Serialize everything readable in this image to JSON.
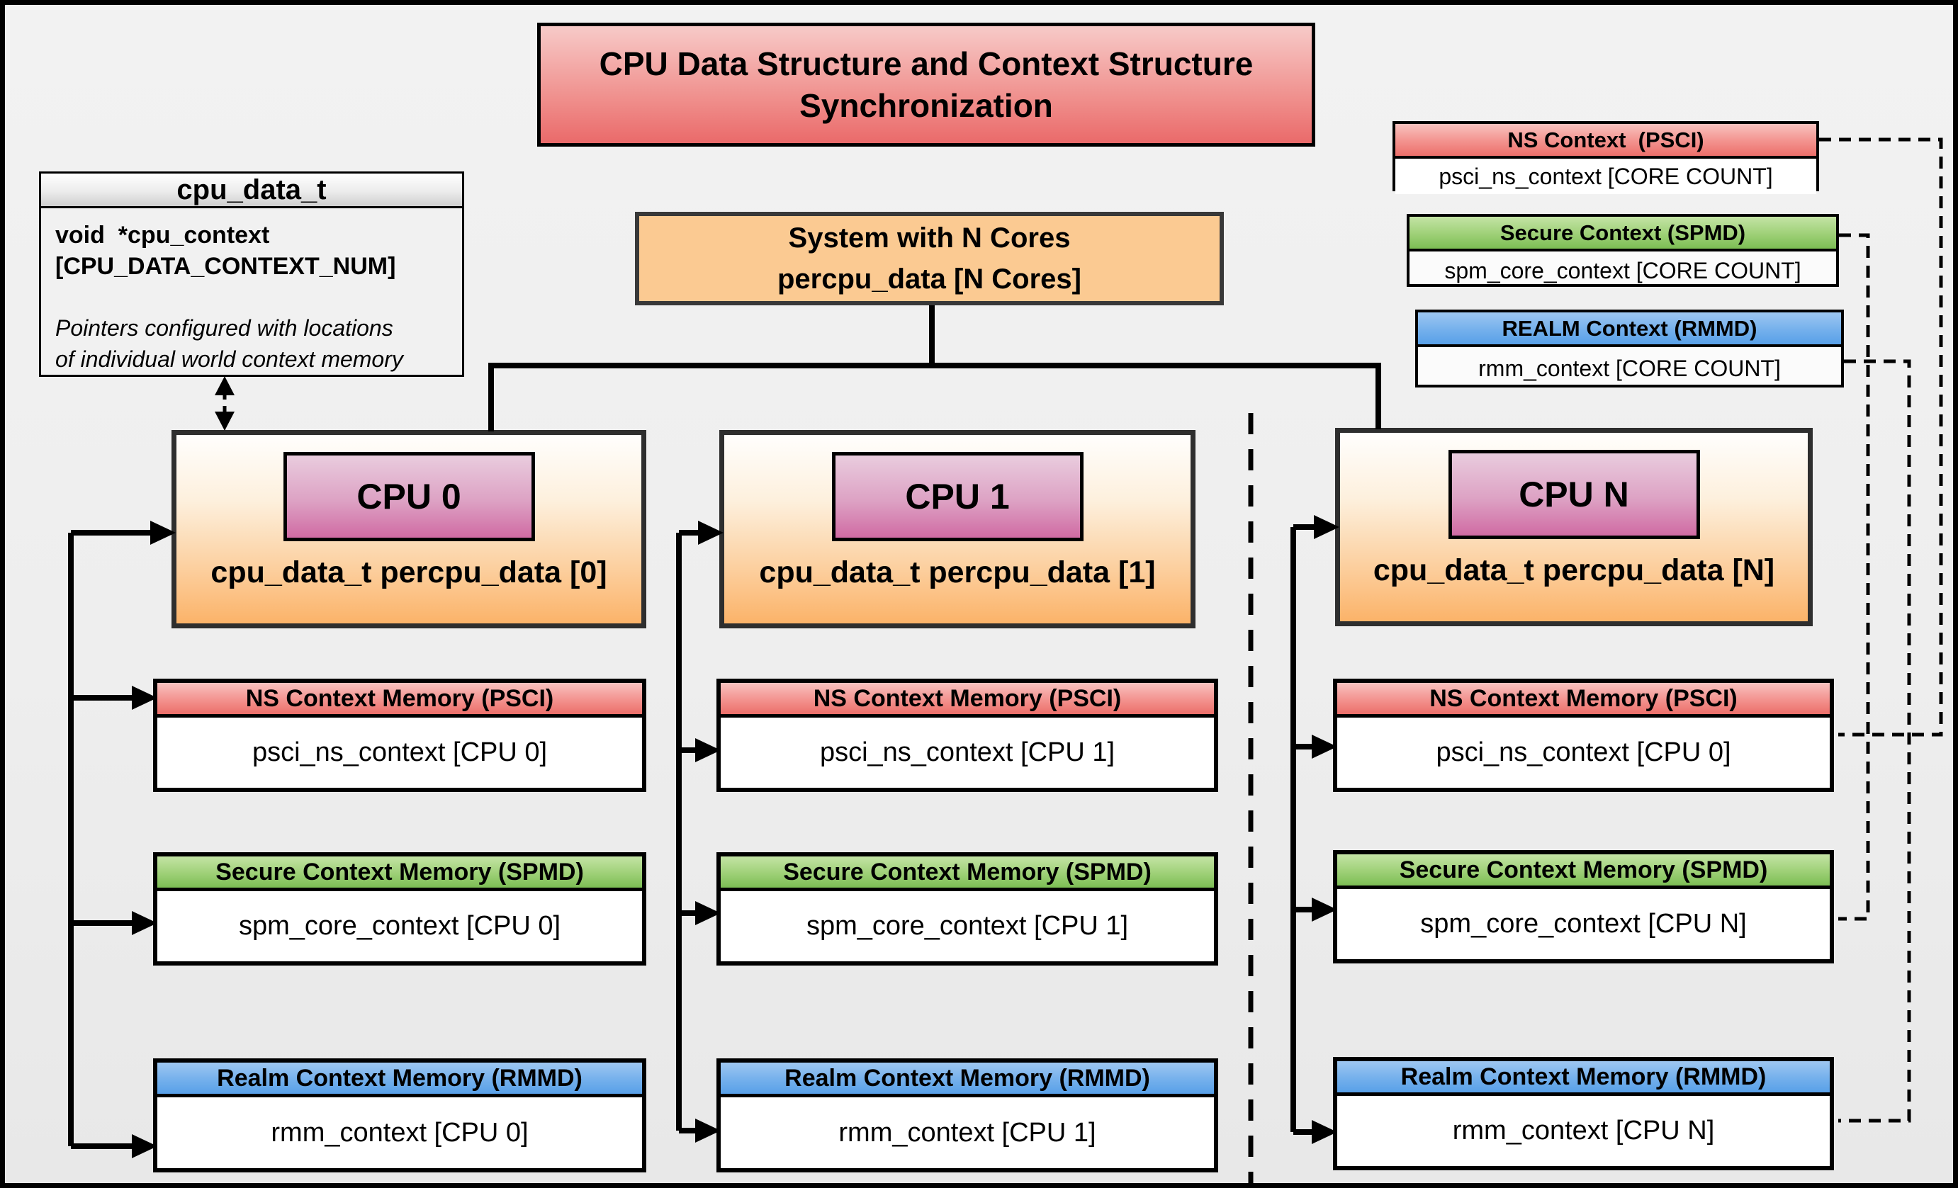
{
  "title": {
    "line1": "CPU Data Structure and Context Structure",
    "line2": "Synchronization"
  },
  "cpu_data_struct": {
    "header": "cpu_data_t",
    "field_line1": "void  *cpu_context",
    "field_line2": "[CPU_DATA_CONTEXT_NUM]",
    "note_line1": "Pointers configured with locations",
    "note_line2": "of individual world context memory"
  },
  "system": {
    "line1": "System with N Cores",
    "line2": "percpu_data [N Cores]"
  },
  "legend": {
    "ns": {
      "header": "NS Context  (PSCI)",
      "body": "psci_ns_context [CORE COUNT]"
    },
    "secure": {
      "header": "Secure Context (SPMD)",
      "body": "spm_core_context [CORE COUNT]"
    },
    "realm": {
      "header": "REALM Context (RMMD)",
      "body": "rmm_context [CORE COUNT]"
    }
  },
  "cpus": [
    {
      "label": "CPU 0",
      "data_label": "cpu_data_t percpu_data [0]",
      "contexts": [
        {
          "header": "NS Context Memory (PSCI)",
          "body": "psci_ns_context [CPU 0]"
        },
        {
          "header": "Secure Context Memory (SPMD)",
          "body": "spm_core_context [CPU 0]"
        },
        {
          "header": "Realm Context Memory (RMMD)",
          "body": "rmm_context [CPU 0]"
        }
      ]
    },
    {
      "label": "CPU 1",
      "data_label": "cpu_data_t percpu_data [1]",
      "contexts": [
        {
          "header": "NS Context Memory (PSCI)",
          "body": "psci_ns_context [CPU 1]"
        },
        {
          "header": "Secure Context Memory (SPMD)",
          "body": "spm_core_context [CPU 1]"
        },
        {
          "header": "Realm Context Memory (RMMD)",
          "body": "rmm_context [CPU 1]"
        }
      ]
    },
    {
      "label": "CPU N",
      "data_label": "cpu_data_t percpu_data [N]",
      "contexts": [
        {
          "header": "NS Context Memory (PSCI)",
          "body": "psci_ns_context [CPU 0]"
        },
        {
          "header": "Secure Context Memory (SPMD)",
          "body": "spm_core_context [CPU N]"
        },
        {
          "header": "Realm Context Memory (RMMD)",
          "body": "rmm_context [CPU N]"
        }
      ]
    }
  ],
  "colors": {
    "ns_header": "#ec6f6a",
    "secure_header": "#7cbe54",
    "realm_header": "#58a0e8",
    "cpu_fill": "#fbb369",
    "cpu_chip_fill": "#d06ba3",
    "system_fill": "#fbca92",
    "title_fill": "#ea6a6a",
    "line_color": "#000000"
  }
}
